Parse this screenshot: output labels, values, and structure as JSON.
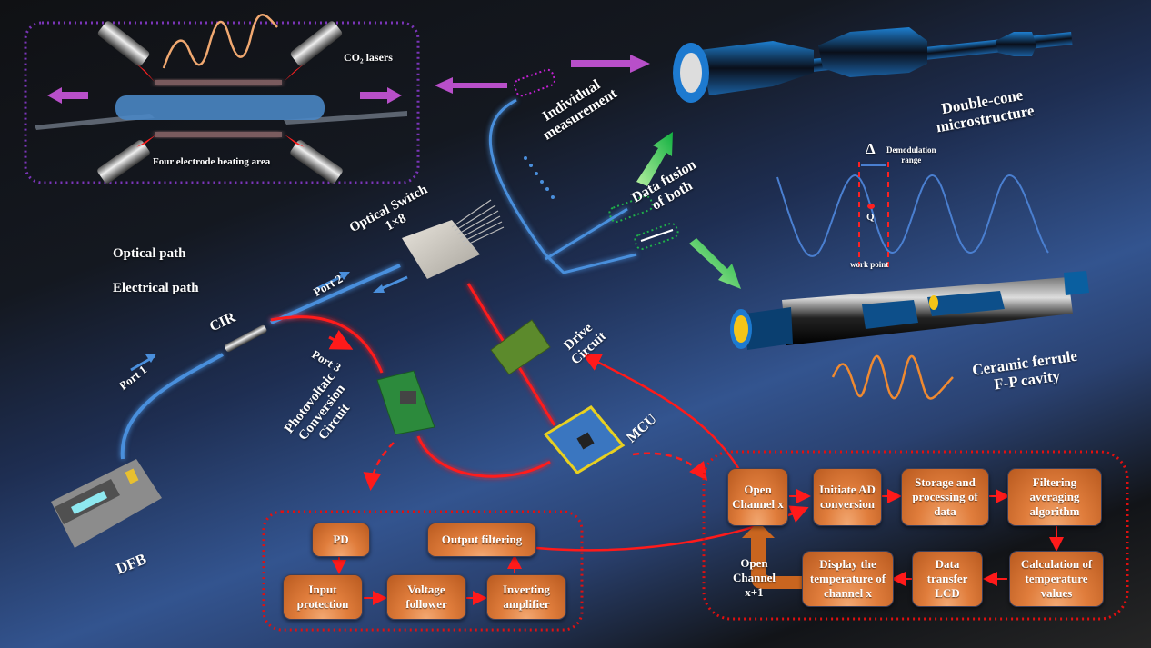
{
  "legend": {
    "items": [
      {
        "label": "Optical path",
        "color": "#4a8fdc"
      },
      {
        "label": "Electrical path",
        "color": "#ff1a1a"
      }
    ]
  },
  "fabrication_panel": {
    "laser_label": "CO₂ lasers",
    "heating_label": "Four electrode heating area"
  },
  "labels": {
    "individual": "Individual\nmeasurement",
    "fusion": "Data fusion\nof both",
    "double_cone": "Double-cone\nmicrostructure",
    "ceramic": "Ceramic ferrule\nF-P cavity",
    "optical_switch": "Optical Switch\n1×8",
    "cir": "CIR",
    "port1": "Port 1",
    "port2": "Port 2",
    "port3": "Port 3",
    "photovoltaic": "Photovoltaic\nConversion\nCircuit",
    "drive": "Drive\nCircuit",
    "mcu": "MCU",
    "dfb": "DFB"
  },
  "demodulation": {
    "delta": "Δ",
    "range_label": "Demodulation\nrange",
    "q_label": "Q",
    "work_point_label": "work point"
  },
  "pd_circuit": {
    "blocks": [
      "PD",
      "Input\nprotection",
      "Voltage\nfollower",
      "Inverting\namplifier",
      "Output filtering"
    ]
  },
  "mcu_flow": {
    "blocks": [
      "Open\nChannel x",
      "Initiate AD\nconversion",
      "Storage and\nprocessing of\ndata",
      "Filtering\naveraging\nalgorithm",
      "Calculation of\ntemperature\nvalues",
      "Data\ntransfer\nLCD",
      "Display the\ntemperature of\nchannel x"
    ],
    "loop_label": "Open\nChannel\nx+1"
  },
  "colors": {
    "optical": "#4a8fdc",
    "electrical": "#ff1a1a",
    "purple_frame": "#7a35b8",
    "purple_arrow": "#b84fc9",
    "green_frame": "#1fb04a",
    "block_orange": "#e07d3c",
    "wave_orange": "#f0a870"
  }
}
